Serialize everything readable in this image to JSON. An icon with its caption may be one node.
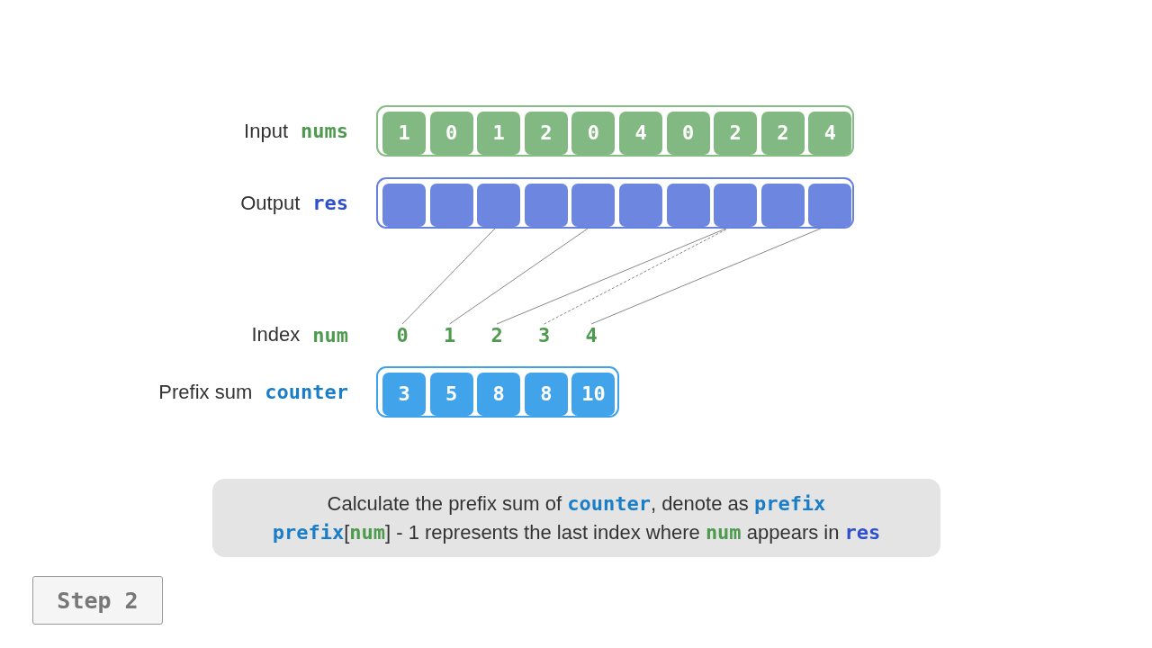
{
  "diagram": {
    "nodes": [
      {
        "text": [],
        "shape": "box",
        "beside": [
          "Input",
          "nums"
        ]
      },
      {
        "text": [
          "1"
        ],
        "in": 0
      },
      {
        "text": [
          "0"
        ],
        "in": 0
      },
      {
        "text": [
          "1"
        ],
        "in": 0
      },
      {
        "text": [
          "2"
        ],
        "in": 0
      },
      {
        "text": [
          "0"
        ],
        "in": 0
      },
      {
        "text": [
          "4"
        ],
        "in": 0
      },
      {
        "text": [
          "0"
        ],
        "in": 0
      },
      {
        "text": [
          "2"
        ],
        "in": 0
      },
      {
        "text": [
          "2"
        ],
        "in": 0
      },
      {
        "text": [
          "4"
        ],
        "in": 0
      },
      {
        "text": [],
        "shape": "box",
        "beside": [
          "Output",
          "res"
        ]
      },
      {
        "text": [],
        "shape": "box",
        "in": 11
      },
      {
        "text": [],
        "shape": "box",
        "in": 11
      },
      {
        "text": [],
        "shape": "box",
        "in": 11
      },
      {
        "text": [],
        "shape": "box",
        "in": 11
      },
      {
        "text": [],
        "shape": "box",
        "in": 11
      },
      {
        "text": [],
        "shape": "box",
        "in": 11
      },
      {
        "text": [],
        "shape": "box",
        "in": 11
      },
      {
        "text": [],
        "shape": "box",
        "in": 11
      },
      {
        "text": [],
        "shape": "box",
        "in": 11
      },
      {
        "text": [],
        "shape": "box",
        "in": 11
      },
      {
        "text": [
          "0"
        ]
      },
      {
        "text": [
          "1"
        ]
      },
      {
        "text": [
          "2"
        ]
      },
      {
        "text": [
          "3"
        ]
      },
      {
        "text": [
          "4"
        ]
      },
      {
        "text": [],
        "shape": "box",
        "beside": [
          "Prefix sum",
          "counter"
        ]
      },
      {
        "text": [
          "3"
        ],
        "in": 27
      },
      {
        "text": [
          "5"
        ],
        "in": 27
      },
      {
        "text": [
          "8"
        ],
        "in": 27
      },
      {
        "text": [
          "8"
        ],
        "in": 27
      },
      {
        "text": [
          "10"
        ],
        "in": 27
      },
      {
        "text": [
          "Calculate the prefix sum of **counter**, denote as **prefix**",
          "**prefix**[**num**] - 1 represents the last index where **num** appears in **res**"
        ]
      },
      {
        "text": [
          "Step 2"
        ]
      }
    ],
    "edges": [
      {
        "from": 22,
        "to": 14,
        "arrow": "none"
      },
      {
        "from": 23,
        "to": 16,
        "arrow": "none"
      },
      {
        "from": 24,
        "to": 19,
        "arrow": "none"
      },
      {
        "from": 25,
        "to": 19,
        "arrow": "none",
        "style": "dashed"
      },
      {
        "from": 26,
        "to": 21,
        "arrow": "none"
      }
    ],
    "labels": [
      "Index",
      "num"
    ]
  }
}
